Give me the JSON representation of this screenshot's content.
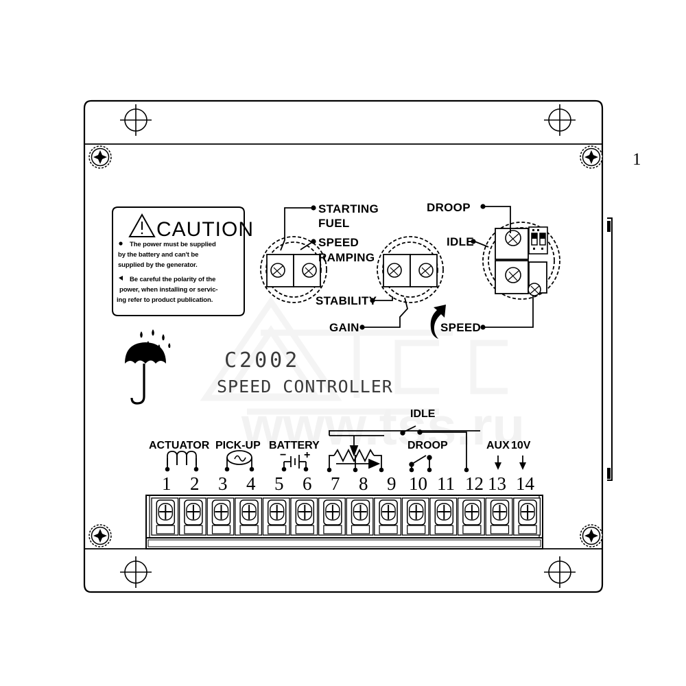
{
  "reference_number": "1",
  "caution": {
    "title": "CAUTION",
    "warning_icon": "warning-triangle-icon",
    "bullets": [
      "The power must be supplied by the battery and can't be supplied by the generator.",
      "Be careful the polarity of the power, when installing or servicing refer to product publication."
    ],
    "bullet_lines": [
      [
        "The power must be supplied",
        "by the battery and can't be",
        "supplied by the generator."
      ],
      [
        "Be careful the polarity of the",
        "power, when installing or servic-",
        "ing refer to product publication."
      ]
    ]
  },
  "branding": {
    "model": "C2002",
    "subtitle": "SPEED CONTROLLER",
    "moisture_icon": "umbrella-rain-icon"
  },
  "watermark": {
    "url": "www.tss.ru",
    "logo": "TCC"
  },
  "adjustment_pots": [
    {
      "id": "pot-left",
      "labels": [
        "STARTING FUEL",
        "SPEED RAMPING"
      ],
      "label_lines": [
        [
          "STARTING",
          "FUEL"
        ],
        [
          "SPEED",
          "RAMPING"
        ]
      ]
    },
    {
      "id": "pot-middle",
      "labels": [
        "STABILITY",
        "GAIN"
      ],
      "label_lines": [
        [
          "STABILITY"
        ],
        [
          "GAIN"
        ]
      ]
    },
    {
      "id": "pot-right",
      "labels": [
        "DROOP",
        "IDLE",
        "SPEED"
      ],
      "label_lines": [
        [
          "DROOP"
        ],
        [
          "IDLE"
        ],
        [
          "SPEED"
        ]
      ],
      "has_dip_switch": true,
      "dip_switch_positions": 2
    }
  ],
  "labels": {
    "starting_fuel_1": "STARTING",
    "starting_fuel_2": "FUEL",
    "speed_ramping_1": "SPEED",
    "speed_ramping_2": "RAMPING",
    "stability": "STABILITY",
    "gain": "GAIN",
    "droop_pot": "DROOP",
    "idle_pot": "IDLE",
    "speed_pot": "SPEED"
  },
  "terminal_block": {
    "count": 14,
    "numbers": [
      "1",
      "2",
      "3",
      "4",
      "5",
      "6",
      "7",
      "8",
      "9",
      "10",
      "11",
      "12",
      "13",
      "14"
    ],
    "groups": [
      {
        "label": "ACTUATOR",
        "terminals": [
          1,
          2
        ],
        "symbol": "coil-icon"
      },
      {
        "label": "PICK-UP",
        "terminals": [
          3,
          4
        ],
        "symbol": "pickup-coil-icon"
      },
      {
        "label": "BATTERY",
        "terminals": [
          5,
          6
        ],
        "symbol": "battery-icon",
        "polarity_minus": "−",
        "polarity_plus": "+"
      },
      {
        "label": "",
        "terminals": [
          7,
          8,
          9
        ],
        "symbol": "potentiometer-icon"
      },
      {
        "label": "IDLE",
        "terminals": [
          12
        ],
        "symbol": "switch-icon"
      },
      {
        "label": "DROOP",
        "terminals": [
          10,
          11
        ],
        "symbol": "switch-icon"
      },
      {
        "label": "AUX",
        "terminals": [
          13
        ],
        "symbol": "arrow-down-icon"
      },
      {
        "label": "10V",
        "terminals": [
          14
        ],
        "symbol": "arrow-down-icon"
      }
    ],
    "group_labels": {
      "actuator": "ACTUATOR",
      "pickup": "PICK-UP",
      "battery": "BATTERY",
      "idle": "IDLE",
      "droop": "DROOP",
      "aux": "AUX",
      "ten_volt": "10V"
    },
    "battery_minus": "−",
    "battery_plus": "+"
  },
  "hardware": {
    "mounting_holes": 4,
    "corner_screws": 4,
    "side_tab": true
  },
  "colors": {
    "line": "#000000",
    "panel_bg": "#ffffff",
    "watermark": "#f2f2f2",
    "brand_text": "#3a3a3a"
  }
}
